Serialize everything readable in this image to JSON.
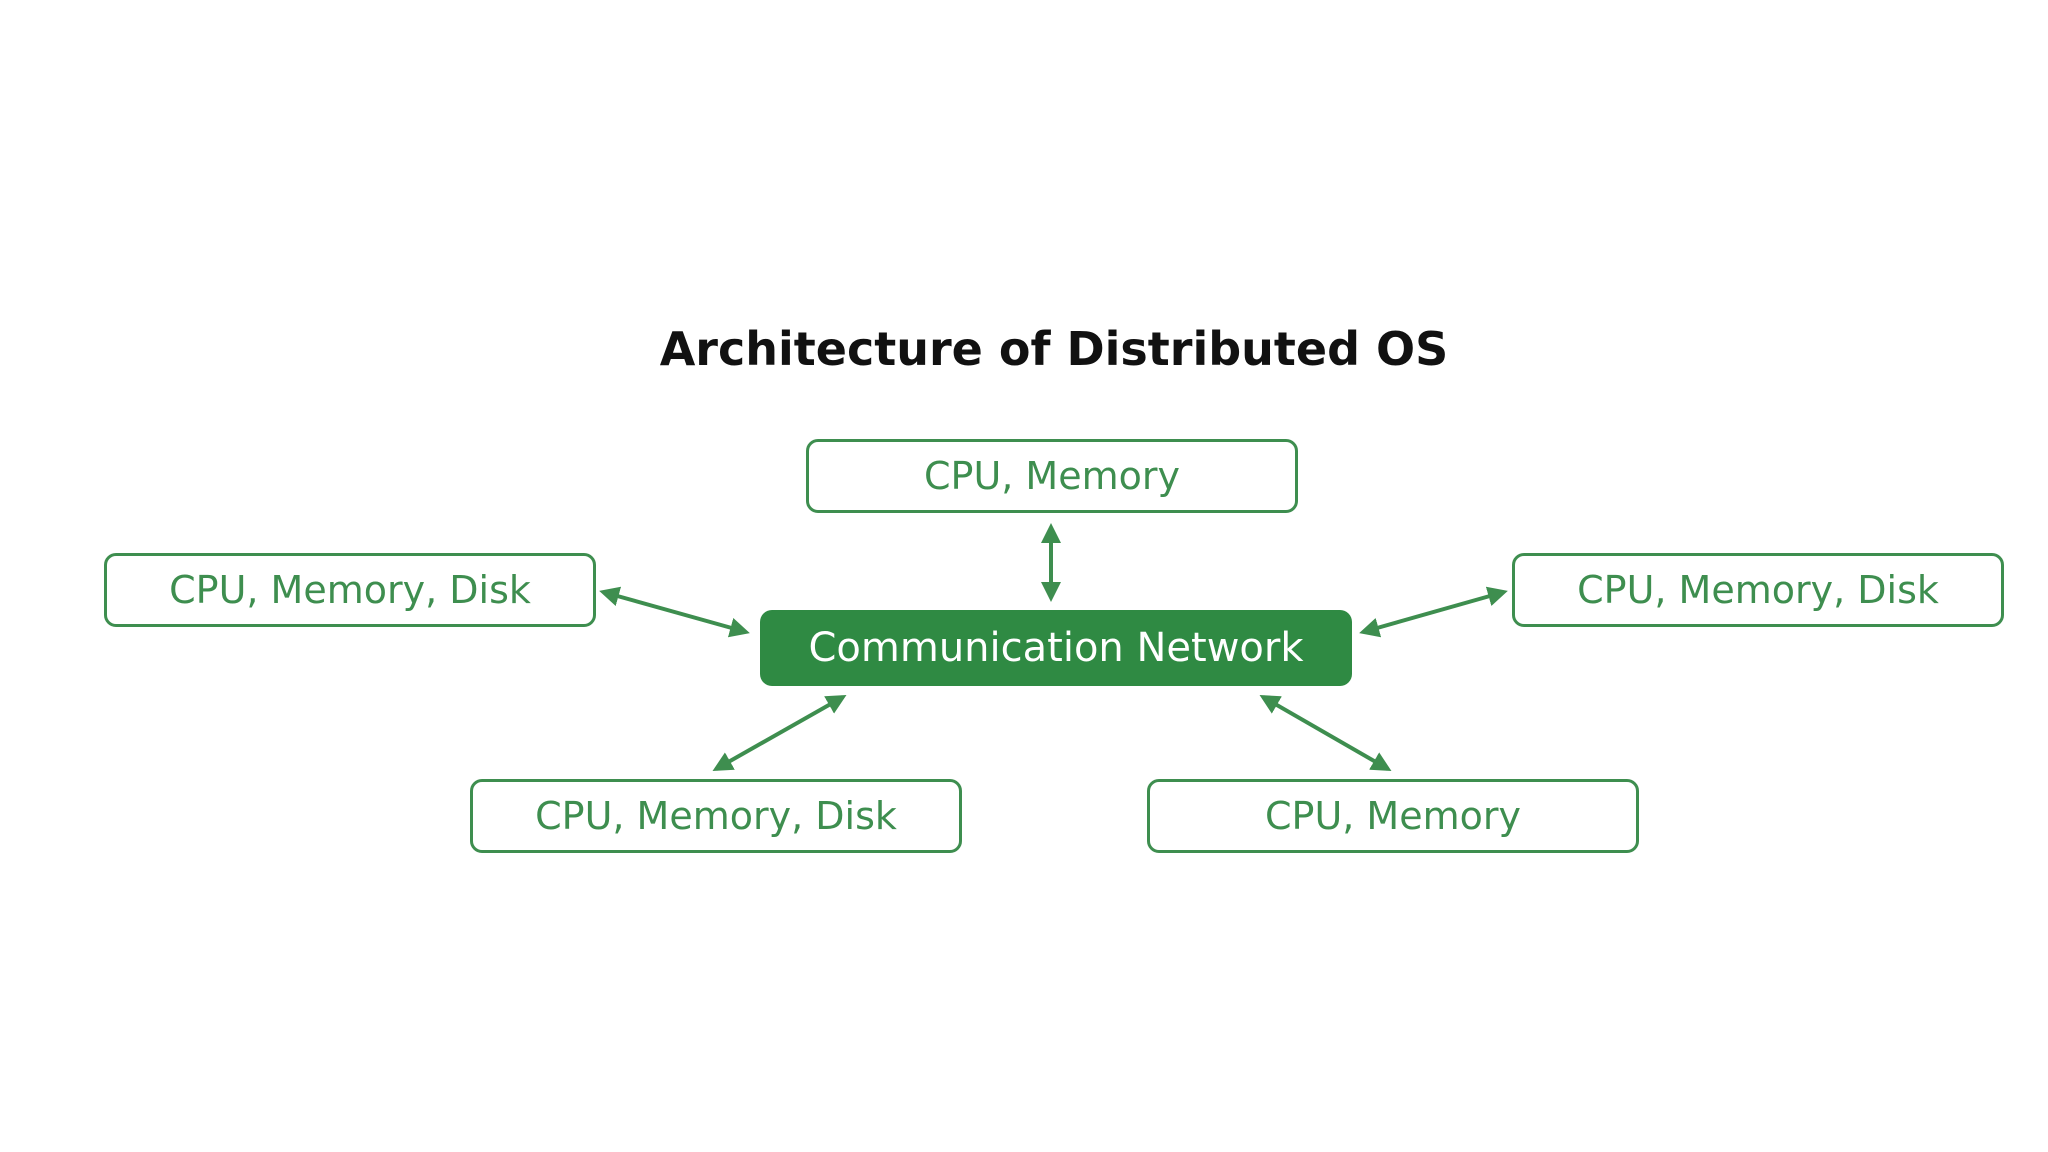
{
  "diagram": {
    "title": "Architecture of Distributed OS",
    "hub": {
      "label": "Communication Network"
    },
    "nodes": {
      "top": {
        "label": "CPU, Memory"
      },
      "left": {
        "label": "CPU, Memory, Disk"
      },
      "right": {
        "label": "CPU, Memory, Disk"
      },
      "bottom_left": {
        "label": "CPU, Memory, Disk"
      },
      "bottom_right": {
        "label": "CPU, Memory"
      }
    }
  },
  "colors": {
    "accent": "#3e8e4f",
    "hub_fill": "#2f8a43",
    "title": "#111111",
    "background": "#ffffff"
  }
}
